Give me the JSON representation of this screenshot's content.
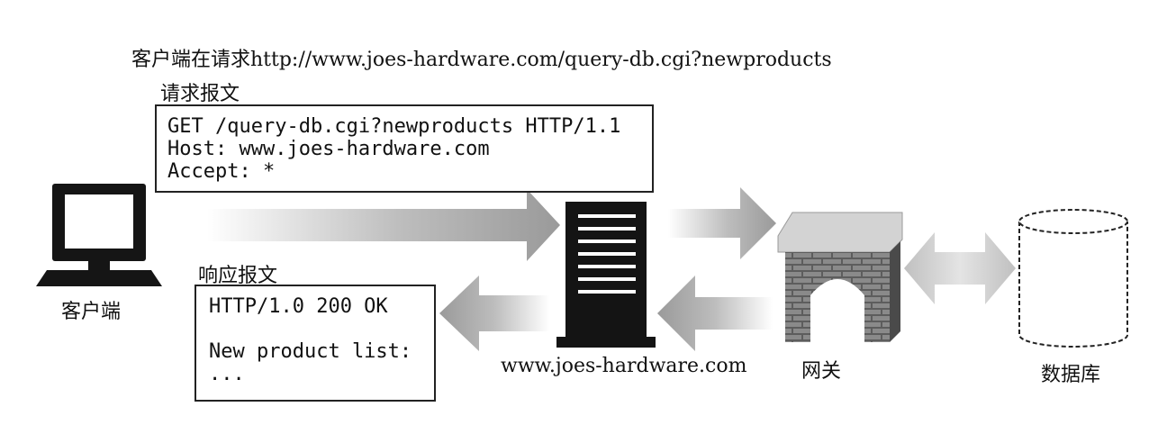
{
  "caption": "客户端在请求http://www.joes-hardware.com/query-db.cgi?newproducts",
  "request": {
    "title": "请求报文",
    "lines": [
      "GET /query-db.cgi?newproducts HTTP/1.1",
      "Host: www.joes-hardware.com",
      "Accept: *"
    ]
  },
  "response": {
    "title": "响应报文",
    "lines": [
      "HTTP/1.0 200 OK",
      "",
      "New product list:",
      "..."
    ]
  },
  "nodes": {
    "client": {
      "label": "客户端",
      "icon": "computer-monitor-icon"
    },
    "server": {
      "label": "www.joes-hardware.com",
      "icon": "server-tower-icon"
    },
    "gateway": {
      "label": "网关",
      "icon": "brick-gateway-icon"
    },
    "database": {
      "label": "数据库",
      "icon": "database-cylinder-icon"
    }
  },
  "colors": {
    "arrow": "#a8a8a8",
    "ink": "#111111",
    "brick": "#6b6b6b",
    "roof": "#d6d6d6"
  }
}
